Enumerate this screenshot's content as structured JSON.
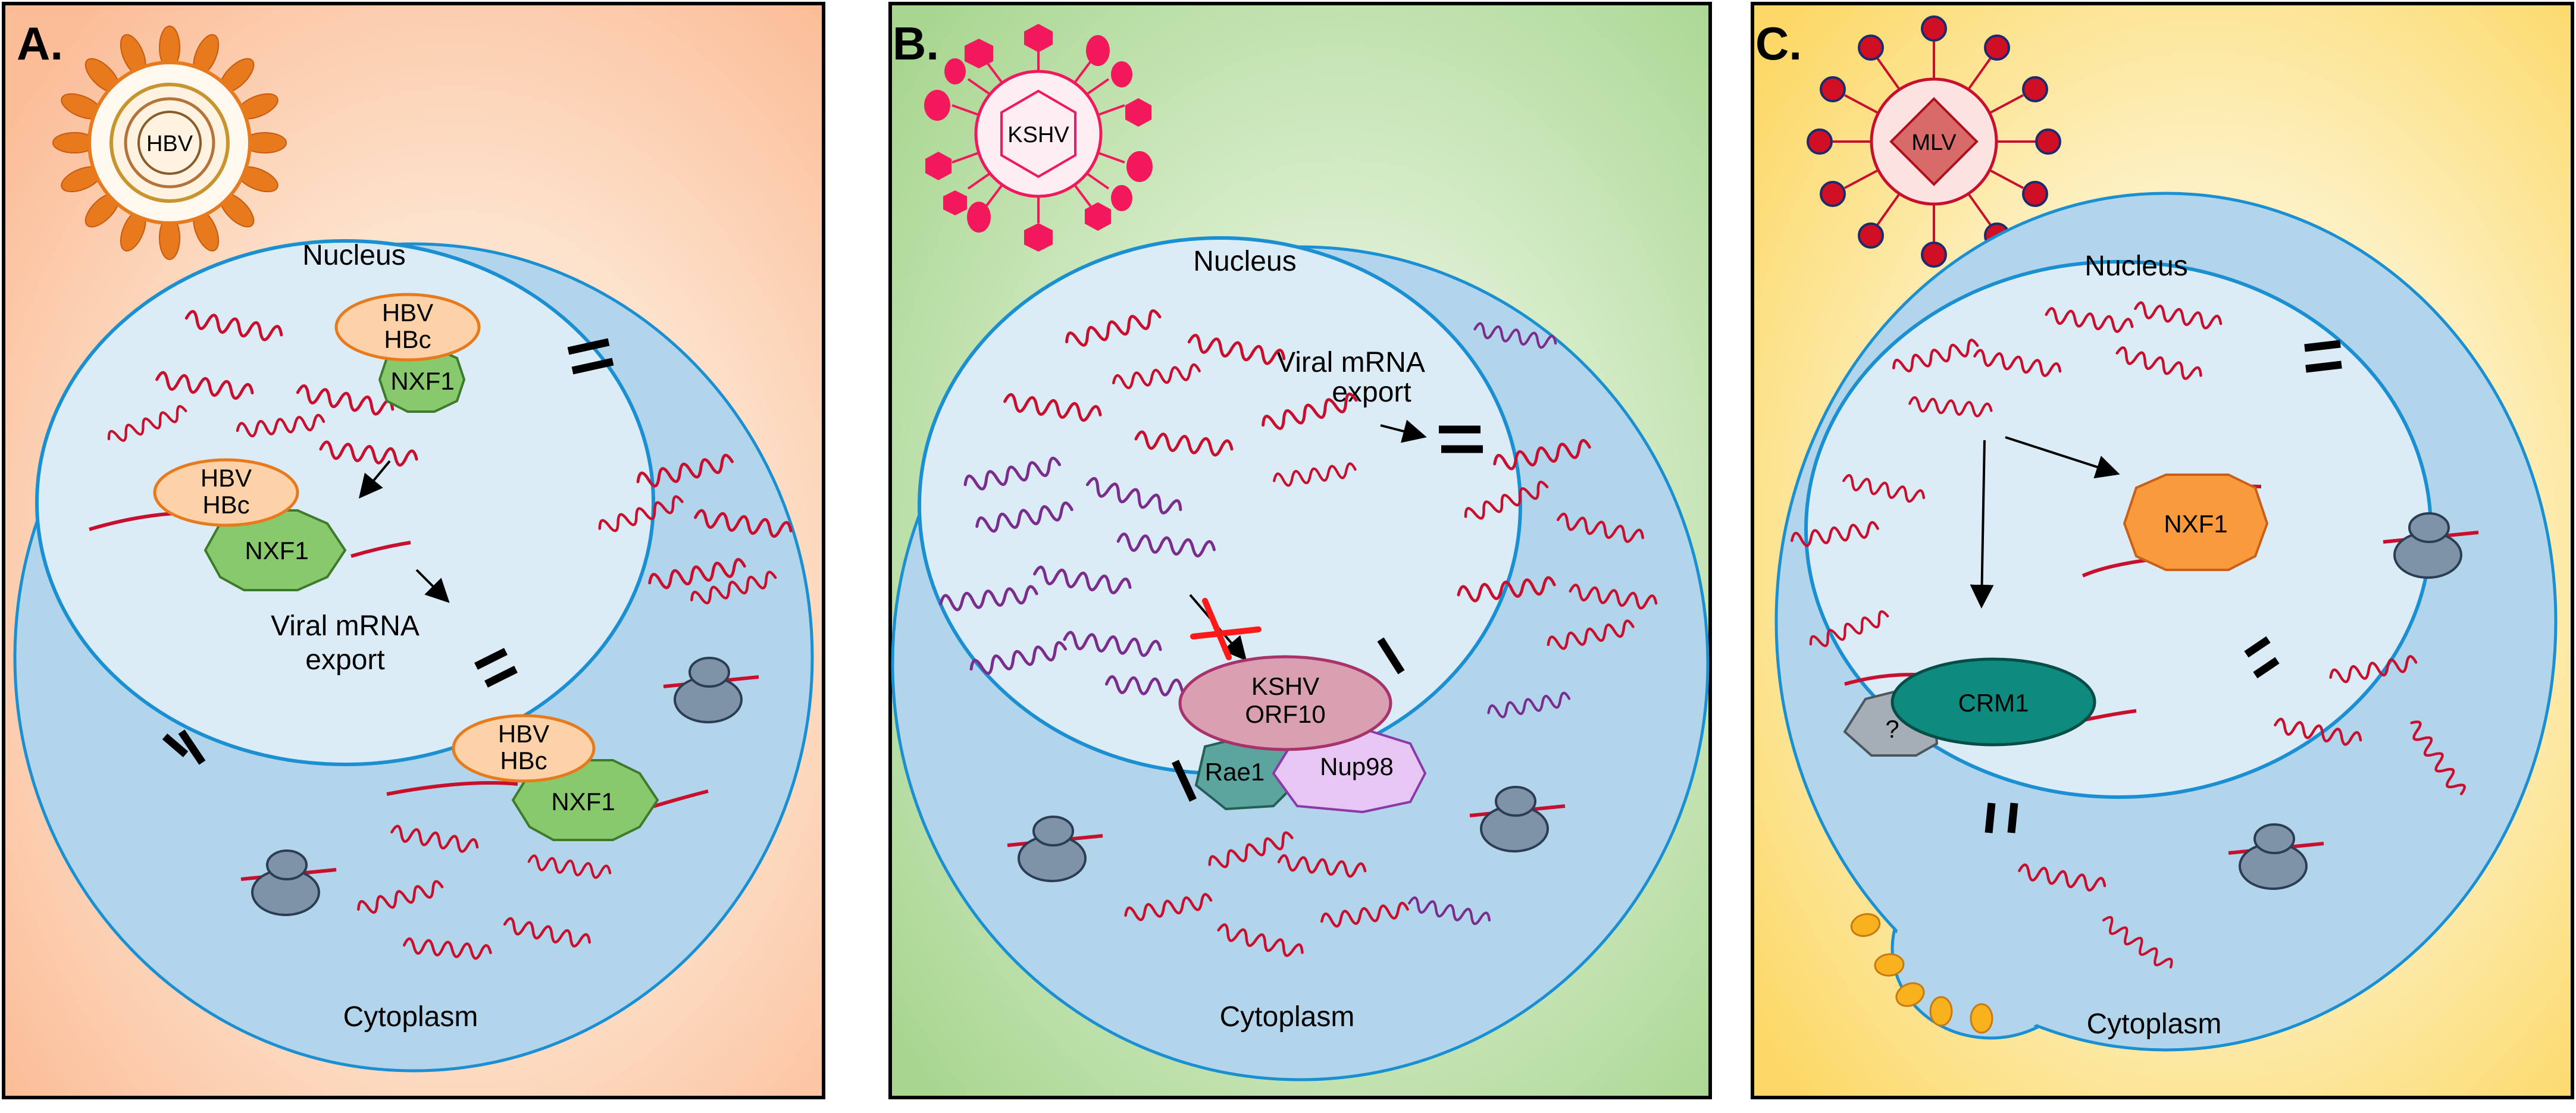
{
  "panels": [
    {
      "letter": "A.",
      "virus": "HBV",
      "nucleus_label": "Nucleus",
      "cytoplasm_label": "Cytoplasm",
      "export_label": [
        "Viral mRNA",
        "export"
      ],
      "complexes": [
        {
          "adaptor": [
            "HBV",
            "HBc"
          ],
          "receptor": "NXF1"
        },
        {
          "adaptor": [
            "HBV",
            "HBc"
          ],
          "receptor": "NXF1"
        },
        {
          "adaptor": [
            "HBV",
            "HBc"
          ],
          "receptor": "NXF1"
        }
      ]
    },
    {
      "letter": "B.",
      "virus": "KSHV",
      "nucleus_label": "Nucleus",
      "cytoplasm_label": "Cytoplasm",
      "export_label": [
        "Viral mRNA",
        "export"
      ],
      "blocker": [
        "KSHV",
        "ORF10"
      ],
      "pore_proteins": [
        "Rae1",
        "Nup98"
      ]
    },
    {
      "letter": "C.",
      "virus": "MLV",
      "nucleus_label": "Nucleus",
      "cytoplasm_label": "Cytoplasm",
      "receptors": [
        "NXF1",
        "CRM1"
      ],
      "unknown_adaptor": "?"
    }
  ],
  "colors": {
    "panel_a_bg": "#fcc8a4",
    "panel_b_bg": "#b9dfa6",
    "panel_c_bg": "#fde79a",
    "cell": "#b3d5ec",
    "nucleus": "#dcecf6",
    "membrane": "#1a8fd1",
    "mrna_host": "#7b2d8e",
    "mrna_viral": "#c8102e"
  }
}
